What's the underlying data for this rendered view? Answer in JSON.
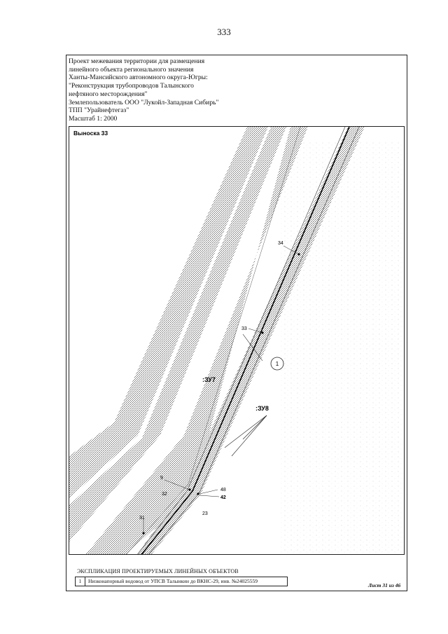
{
  "page_number": "333",
  "header": {
    "lines": [
      "Проект межевания территории для размещения",
      "линейного объекта регионального значения",
      "Ханты-Мансийского автономного округа-Югры:",
      "\"Реконструкция трубопроводов Талынского",
      "нефтяного месторождения\"",
      "Землепользователь ООО \"Лукойл-Западная Сибирь\"",
      "ТПП \"Урайнефтегаз\"",
      "Масштаб 1: 2000"
    ]
  },
  "map": {
    "title": "Выноска 33",
    "parcels": {
      "zu7": ":ЗУ7",
      "zu8": ":ЗУ8"
    },
    "points": {
      "p34": "34",
      "p33": "33",
      "p9": "9",
      "p32": "32",
      "p48": "48",
      "p42": "42",
      "p23": "23",
      "p31": "31"
    },
    "callout": "1",
    "colors": {
      "hatch": "#777777",
      "line": "#000000",
      "background": "#ffffff"
    }
  },
  "explication": {
    "title": "ЭКСПЛИКАЦИЯ ПРОЕКТИРУЕМЫХ ЛИНЕЙНЫХ ОБЪЕКТОВ",
    "rows": [
      {
        "num": "1",
        "text": "Низконапорный водовод от УПСВ Талынкин до ВКНС-29, инв. №24025559"
      }
    ]
  },
  "sheet": "Лист 31 из 46"
}
